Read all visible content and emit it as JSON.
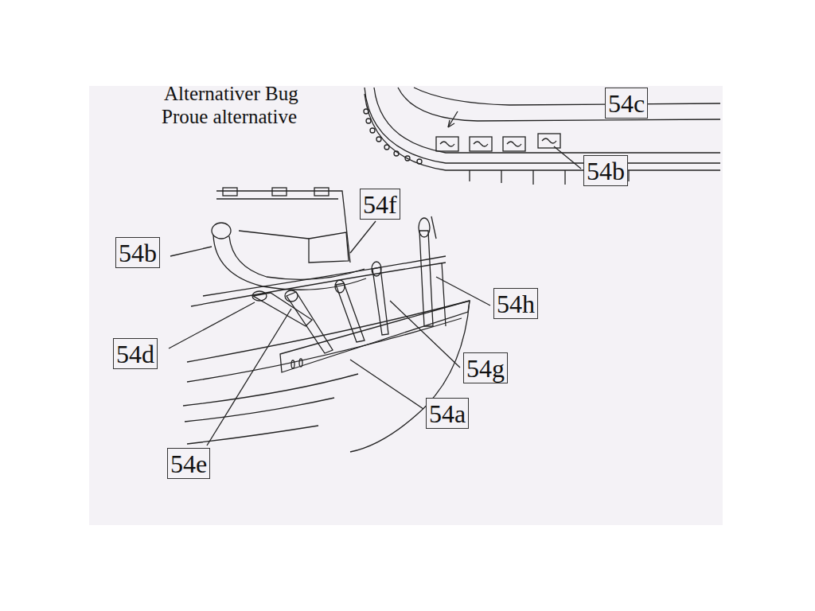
{
  "diagram": {
    "labels": [
      "Alternativer Bug",
      "Proue alternative",
      "54c",
      "54b",
      "54f",
      "54b",
      "54h",
      "54d",
      "54g",
      "54a",
      "54e"
    ]
  }
}
